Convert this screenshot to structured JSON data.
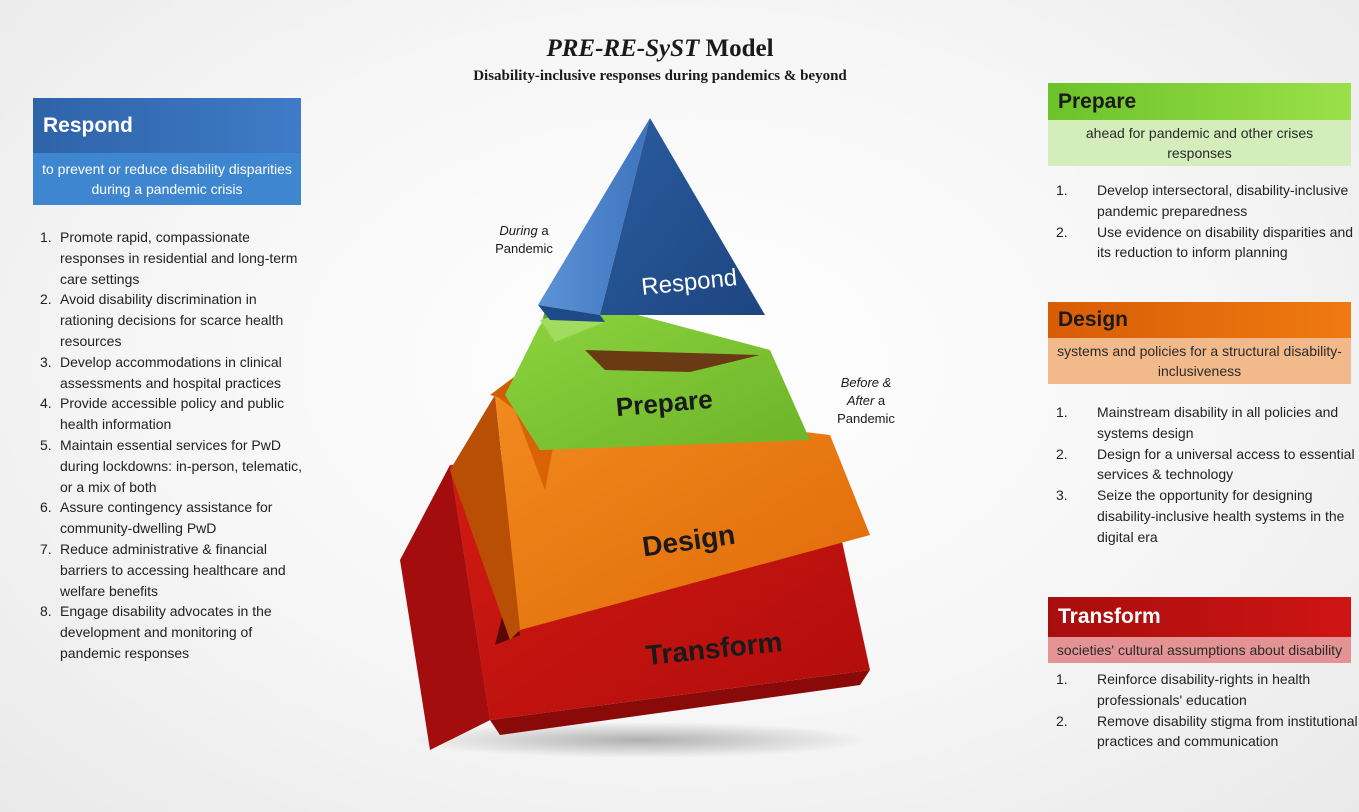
{
  "title": {
    "main_italic": "PRE-RE-SyST",
    "main_rest": " Model",
    "subtitle": "Disability-inclusive responses during pandemics & beyond"
  },
  "labels": {
    "during_italic": "During",
    "during_rest": " a",
    "during_line2": "Pandemic",
    "before_line1": "Before &",
    "after_italic": "After",
    "after_rest": " a",
    "before_line3": "Pandemic"
  },
  "pyramid": {
    "respond": "Respond",
    "prepare": "Prepare",
    "design": "Design",
    "transform": "Transform"
  },
  "colors": {
    "respond": "#2e63a8",
    "prepare": "#7bc832",
    "design": "#ea6c0a",
    "transform": "#c11010"
  },
  "respond_panel": {
    "heading": "Respond",
    "subheading": "to prevent or reduce disability disparities during a pandemic crisis",
    "items": [
      {
        "n": "1.",
        "text": "Promote rapid, compassionate responses in residential and long-term care settings"
      },
      {
        "n": "2.",
        "text": "Avoid disability discrimination in rationing decisions for scarce health resources"
      },
      {
        "n": "3.",
        "text": "Develop accommodations in clinical assessments and hospital practices"
      },
      {
        "n": "4.",
        "text": "Provide accessible policy and public health information"
      },
      {
        "n": "5.",
        "text": "Maintain essential services for PwD during lockdowns: in-person, telematic, or a mix of both"
      },
      {
        "n": "6.",
        "text": "Assure contingency assistance for community-dwelling PwD"
      },
      {
        "n": "7.",
        "text": "Reduce administrative & financial barriers to accessing healthcare and welfare benefits"
      },
      {
        "n": "8.",
        "text": "Engage disability advocates in the development and monitoring of pandemic responses"
      }
    ]
  },
  "prepare_panel": {
    "heading": "Prepare",
    "subheading": "ahead for pandemic and other crises responses",
    "items": [
      {
        "n": "1.",
        "text": "Develop intersectoral, disability-inclusive pandemic preparedness"
      },
      {
        "n": "2.",
        "text": "Use evidence on disability disparities and its reduction to inform planning"
      }
    ]
  },
  "design_panel": {
    "heading": "Design",
    "subheading": "systems and policies for a structural disability-inclusiveness",
    "items": [
      {
        "n": "1.",
        "text": "Mainstream disability in all policies and systems design"
      },
      {
        "n": "2.",
        "text": "Design for a universal access to essential services & technology"
      },
      {
        "n": "3.",
        "text": "Seize the opportunity for designing disability-inclusive health systems in the digital era"
      }
    ]
  },
  "transform_panel": {
    "heading": "Transform",
    "subheading": "societies' cultural assumptions about disability",
    "items": [
      {
        "n": "1.",
        "text": "Reinforce disability-rights in health professionals' education"
      },
      {
        "n": "2.",
        "text": "Remove disability stigma from institutional practices and communication"
      }
    ]
  }
}
